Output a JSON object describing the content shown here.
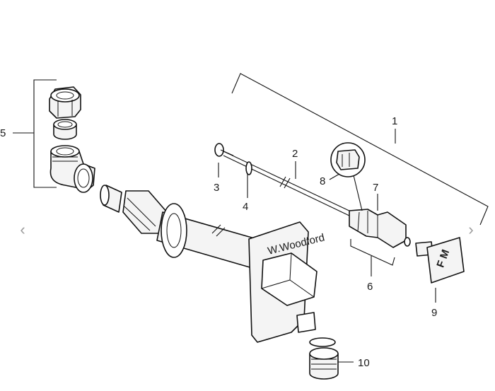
{
  "diagram": {
    "callouts": [
      "1",
      "2",
      "3",
      "4",
      "5",
      "6",
      "7",
      "8",
      "9",
      "10"
    ],
    "key_letters": "F M",
    "logo_text": "W.Woodford"
  },
  "nav": {
    "prev": "‹",
    "next": "›"
  },
  "colors": {
    "line": "#111111",
    "label": "#1a1a1a",
    "nav": "#9a9a9a"
  }
}
